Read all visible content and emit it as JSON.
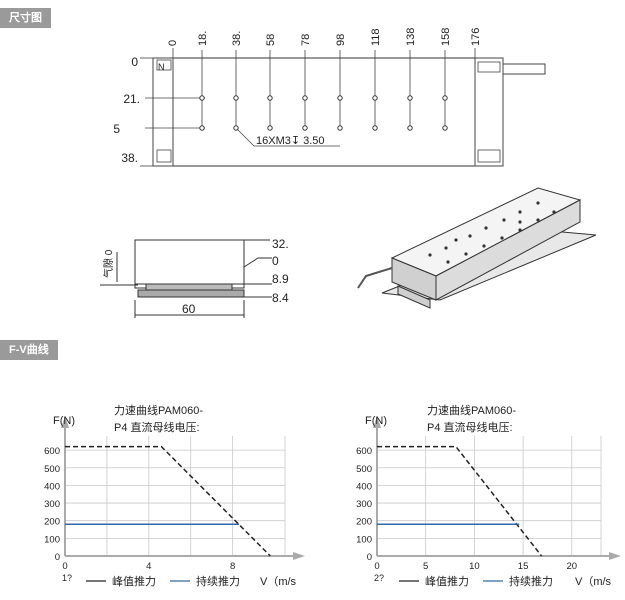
{
  "sections": {
    "dimensions": "尺寸图",
    "fv": "F-V曲线"
  },
  "top_view": {
    "x_labels": [
      "0",
      "18.",
      "38.",
      "58",
      "78",
      "98",
      "118",
      "138",
      "158",
      "176"
    ],
    "y_labels": [
      "0",
      "21.",
      "5",
      "38."
    ],
    "n_mark": "N",
    "hole_callout": "16XM3↧ 3.50"
  },
  "side_view": {
    "right_labels": [
      "32.",
      "0",
      "8.9",
      "8.4"
    ],
    "left_label": "气隙 0",
    "bottom_label": "60"
  },
  "chart_data": [
    {
      "type": "line",
      "title": "力速曲线PAM060-P4 直流母线电压:",
      "title_lines": [
        "力速曲线PAM060-",
        "P4 直流母线电压:"
      ],
      "ylabel": "F(N)",
      "xlabel": "V（m/s",
      "y_ticks": [
        0,
        100,
        200,
        300,
        400,
        500,
        600
      ],
      "x_ticks": [
        0,
        4,
        8
      ],
      "x_corner_label": "1?",
      "xlim": [
        0,
        10.5
      ],
      "ylim": [
        0,
        680
      ],
      "series": [
        {
          "name": "峰值推力",
          "style": "dashed",
          "color": "#222222",
          "points": [
            [
              0,
              620
            ],
            [
              4.6,
              620
            ],
            [
              9.8,
              0
            ]
          ]
        },
        {
          "name": "持续推力",
          "style": "solid",
          "color": "#2e6aa8",
          "points": [
            [
              0,
              180
            ],
            [
              8.3,
              180
            ]
          ]
        }
      ]
    },
    {
      "type": "line",
      "title": "力速曲线PAM060-P4 直流母线电压:",
      "title_lines": [
        "力速曲线PAM060-",
        "P4 直流母线电压:"
      ],
      "ylabel": "F(N)",
      "xlabel": "V（m/s",
      "y_ticks": [
        0,
        100,
        200,
        300,
        400,
        500,
        600
      ],
      "x_ticks": [
        0,
        5,
        10,
        15,
        20
      ],
      "x_corner_label": "2?",
      "xlim": [
        0,
        23
      ],
      "ylim": [
        0,
        680
      ],
      "series": [
        {
          "name": "峰值推力",
          "style": "dashed",
          "color": "#222222",
          "points": [
            [
              0,
              620
            ],
            [
              8.1,
              620
            ],
            [
              16.9,
              0
            ]
          ]
        },
        {
          "name": "持续推力",
          "style": "solid",
          "color": "#2e6aa8",
          "points": [
            [
              0,
              180
            ],
            [
              14.6,
              180
            ]
          ]
        }
      ]
    }
  ]
}
